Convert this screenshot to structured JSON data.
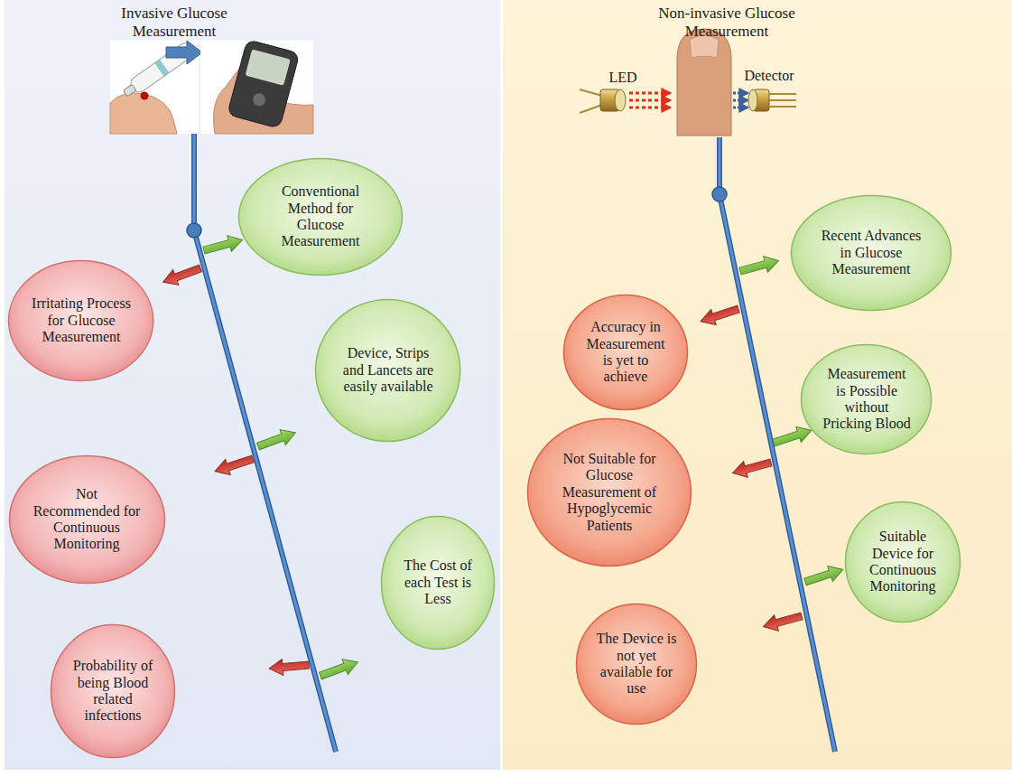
{
  "diagram": {
    "nodes": [
      {
        "text": [
          "Invasive Glucose Measurement"
        ]
      },
      {
        "text": [
          "Conventional Method for Glucose Measurement"
        ],
        "in": 0
      },
      {
        "text": [
          "Irritating Process for Glucose Measurement"
        ],
        "in": 0
      },
      {
        "text": [
          "Device, Strips and Lancets are easily available"
        ],
        "in": 0
      },
      {
        "text": [
          "Not Recommended for Continuous Monitoring"
        ],
        "in": 0
      },
      {
        "text": [
          "The Cost of each Test is Less"
        ],
        "in": 0
      },
      {
        "text": [
          "Probability of being Blood related infections"
        ],
        "in": 0
      },
      {
        "text": [
          "Non-invasive Glucose Measurement"
        ]
      },
      {
        "text": [
          "Recent Advances in Glucose Measurement"
        ],
        "in": 7
      },
      {
        "text": [
          "Accuracy in Measurement is yet to achieve"
        ],
        "in": 7
      },
      {
        "text": [
          "Measurement is Possible without Pricking Blood"
        ],
        "in": 7
      },
      {
        "text": [
          "Not Suitable for Glucose Measurement of Hypoglycemic Patients"
        ],
        "in": 7
      },
      {
        "text": [
          "Suitable Device for Continuous Monitoring"
        ],
        "in": 7
      },
      {
        "text": [
          "The Device is not yet available for use"
        ],
        "in": 7
      }
    ],
    "labels": [
      "LED",
      "Detector"
    ]
  }
}
